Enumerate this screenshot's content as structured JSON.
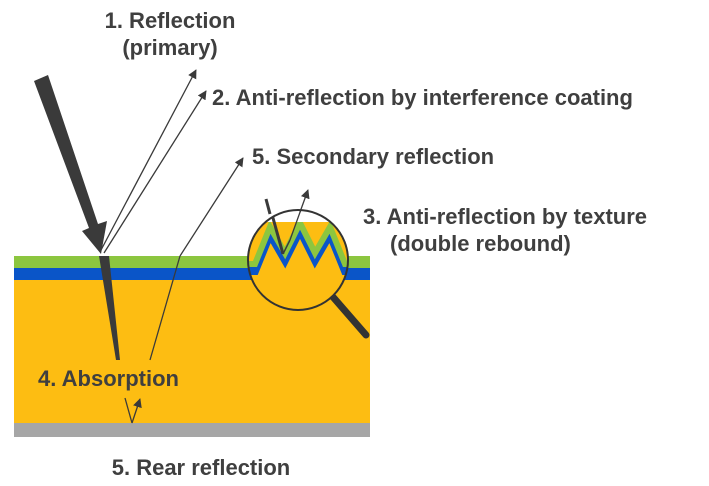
{
  "labels": {
    "reflection_primary_line1": "1. Reflection",
    "reflection_primary_line2": "(primary)",
    "anti_reflection_coating": "2. Anti-reflection by interference coating",
    "anti_reflection_texture_line1": "3. Anti-reflection by texture",
    "anti_reflection_texture_line2": "(double rebound)",
    "absorption": "4. Absorption",
    "secondary_reflection": "5. Secondary reflection",
    "rear_reflection": "5. Rear reflection"
  },
  "colors": {
    "coating_green": "#8CC63F",
    "conductor_blue": "#0A55C8",
    "absorber_orange": "#FDBD12",
    "rear_grey": "#A6A6A6",
    "arrow_dark": "#3a3a3a",
    "text_dark": "#3f3f3f"
  }
}
